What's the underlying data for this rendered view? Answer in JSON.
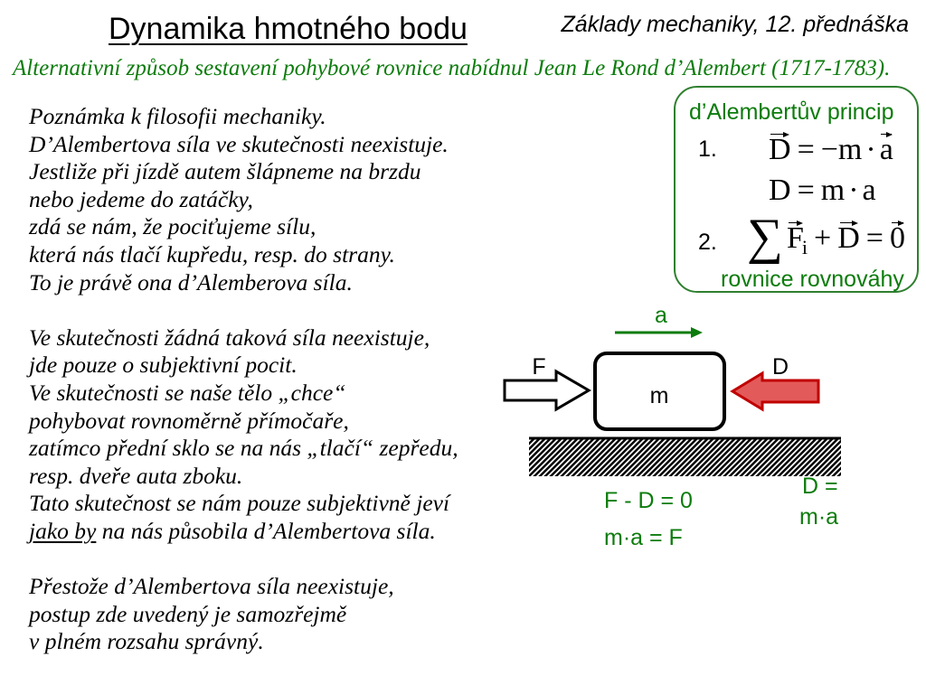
{
  "slide": {
    "title": "Dynamika hmotného bodu",
    "course_label": "Základy mechaniky, 12. přednáška",
    "subtitle": "Alternativní způsob sestavení pohybové rovnice nabídnul Jean Le Rond d’Alembert (1717-1783)."
  },
  "notes": {
    "paragraph_1": [
      "Poznámka k filosofii mechaniky.",
      "D’Alembertova síla ve skutečnosti neexistuje.",
      "Jestliže při jízdě autem šlápneme na brzdu",
      "nebo jedeme do zatáčky,",
      "zdá se nám, že pociťujeme sílu,",
      "která nás tlačí kupředu, resp. do strany.",
      "To je právě ona d’Alemberova síla."
    ],
    "paragraph_2": [
      "Ve skutečnosti žádná taková síla neexistuje,",
      "jde pouze o subjektivní pocit.",
      "Ve skutečnosti se naše tělo „chce“",
      "pohybovat rovnoměrně přímočaře,",
      "zatímco přední sklo se na nás „tlačí“ zepředu,",
      "resp. dveře auta zboku.",
      "Tato skutečnost se nám pouze subjektivně jeví"
    ],
    "paragraph_2_last": {
      "underlined": "jako by",
      "rest": " na nás působila d’Alembertova síla."
    },
    "paragraph_3": [
      "Přestože d’Alembertova síla neexistuje,",
      "postup zde uvedený je samozřejmě",
      "v plném rozsahu správný."
    ]
  },
  "principle_box": {
    "heading": "d’Alembertův princip",
    "item_1": "1.",
    "eq_vector": {
      "lhs": "D",
      "equals": "=",
      "minus_m": "−m",
      "dot": "·",
      "a": "a"
    },
    "eq_scalar": {
      "lhs": "D",
      "equals": "=",
      "m": "m",
      "dot": "·",
      "a": "a"
    },
    "item_2": "2.",
    "eq_equilibrium": {
      "sum": "∑",
      "force": "F",
      "index": "i",
      "plus": "+",
      "d": "D",
      "equals": "=",
      "zero": "0"
    },
    "caption": "rovnice rovnováhy"
  },
  "diagram": {
    "acceleration_label": "a",
    "applied_force_label": "F",
    "inertial_force_label": "D",
    "mass_label": "m",
    "equations": [
      "F - D = 0",
      "m·a = F"
    ],
    "inertial_force_definition": [
      "D =",
      "m·a"
    ]
  },
  "colors": {
    "green": "#0c7c0c",
    "box_border": "#2f7f2f",
    "red_fill": "#e35a5a",
    "red_stroke": "#c00000"
  }
}
